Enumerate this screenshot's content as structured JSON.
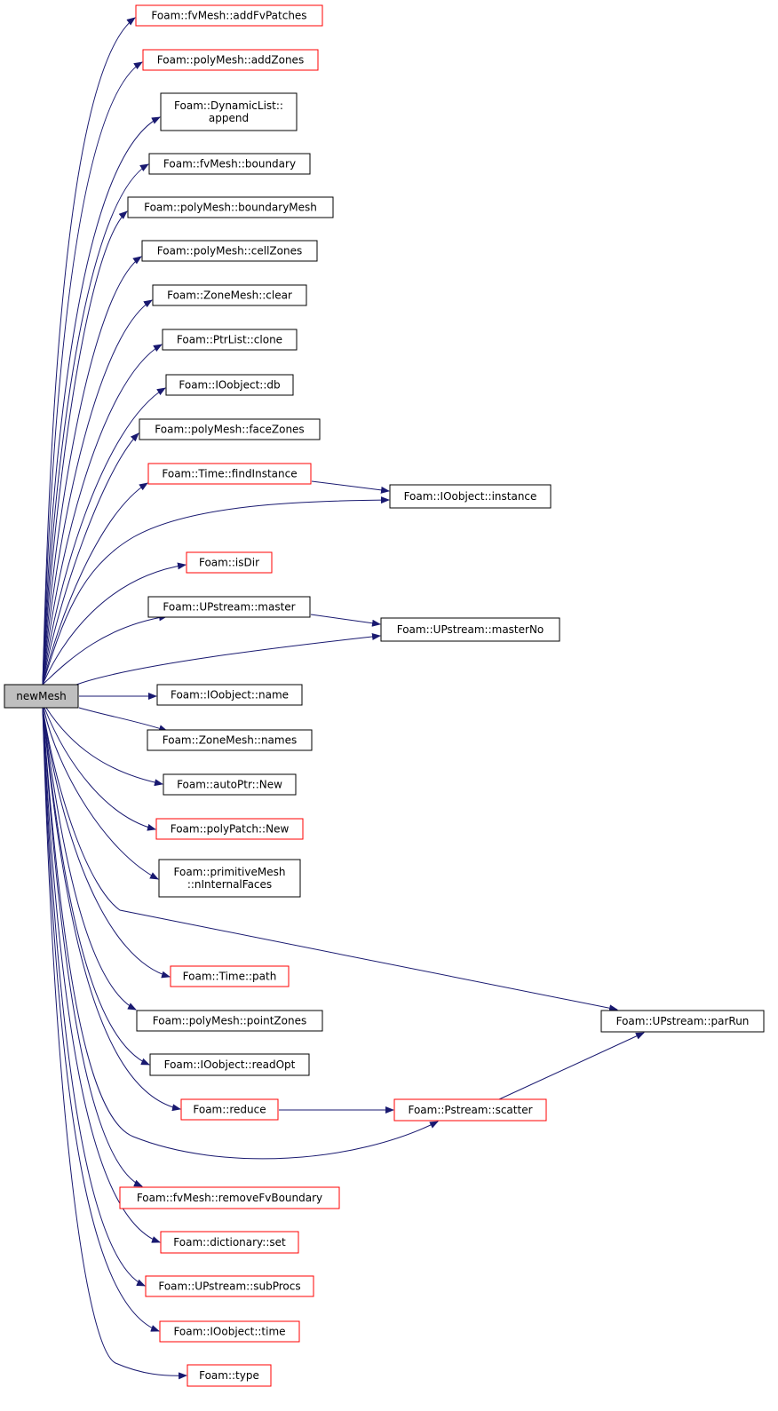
{
  "diagram": {
    "colors": {
      "edge": "#191970",
      "border_normal": "#000000",
      "border_truncated": "#ff0000",
      "root_fill": "#bfbfbf",
      "node_fill": "#ffffff"
    },
    "root": {
      "id": "newMesh",
      "label": "newMesh"
    },
    "nodes": [
      {
        "id": "addFvPatches",
        "lines": [
          "Foam::fvMesh::addFvPatches"
        ],
        "truncated": true
      },
      {
        "id": "addZones",
        "lines": [
          "Foam::polyMesh::addZones"
        ],
        "truncated": true
      },
      {
        "id": "append",
        "lines": [
          "Foam::DynamicList::",
          "append"
        ],
        "truncated": false
      },
      {
        "id": "boundary",
        "lines": [
          "Foam::fvMesh::boundary"
        ],
        "truncated": false
      },
      {
        "id": "boundaryMesh",
        "lines": [
          "Foam::polyMesh::boundaryMesh"
        ],
        "truncated": false
      },
      {
        "id": "cellZones",
        "lines": [
          "Foam::polyMesh::cellZones"
        ],
        "truncated": false
      },
      {
        "id": "clear",
        "lines": [
          "Foam::ZoneMesh::clear"
        ],
        "truncated": false
      },
      {
        "id": "clone",
        "lines": [
          "Foam::PtrList::clone"
        ],
        "truncated": false
      },
      {
        "id": "db",
        "lines": [
          "Foam::IOobject::db"
        ],
        "truncated": false
      },
      {
        "id": "faceZones",
        "lines": [
          "Foam::polyMesh::faceZones"
        ],
        "truncated": false
      },
      {
        "id": "findInstance",
        "lines": [
          "Foam::Time::findInstance"
        ],
        "truncated": true
      },
      {
        "id": "instance",
        "lines": [
          "Foam::IOobject::instance"
        ],
        "truncated": false
      },
      {
        "id": "isDir",
        "lines": [
          "Foam::isDir"
        ],
        "truncated": true
      },
      {
        "id": "master",
        "lines": [
          "Foam::UPstream::master"
        ],
        "truncated": false
      },
      {
        "id": "masterNo",
        "lines": [
          "Foam::UPstream::masterNo"
        ],
        "truncated": false
      },
      {
        "id": "name",
        "lines": [
          "Foam::IOobject::name"
        ],
        "truncated": false
      },
      {
        "id": "names",
        "lines": [
          "Foam::ZoneMesh::names"
        ],
        "truncated": false
      },
      {
        "id": "autoPtrNew",
        "lines": [
          "Foam::autoPtr::New"
        ],
        "truncated": false
      },
      {
        "id": "polyPatchNew",
        "lines": [
          "Foam::polyPatch::New"
        ],
        "truncated": true
      },
      {
        "id": "nInternalFaces",
        "lines": [
          "Foam::primitiveMesh",
          "::nInternalFaces"
        ],
        "truncated": false
      },
      {
        "id": "parRun",
        "lines": [
          "Foam::UPstream::parRun"
        ],
        "truncated": false
      },
      {
        "id": "path",
        "lines": [
          "Foam::Time::path"
        ],
        "truncated": true
      },
      {
        "id": "pointZones",
        "lines": [
          "Foam::polyMesh::pointZones"
        ],
        "truncated": false
      },
      {
        "id": "readOpt",
        "lines": [
          "Foam::IOobject::readOpt"
        ],
        "truncated": false
      },
      {
        "id": "reduce",
        "lines": [
          "Foam::reduce"
        ],
        "truncated": true
      },
      {
        "id": "scatter",
        "lines": [
          "Foam::Pstream::scatter"
        ],
        "truncated": true
      },
      {
        "id": "removeFvBoundary",
        "lines": [
          "Foam::fvMesh::removeFvBoundary"
        ],
        "truncated": true
      },
      {
        "id": "set",
        "lines": [
          "Foam::dictionary::set"
        ],
        "truncated": true
      },
      {
        "id": "subProcs",
        "lines": [
          "Foam::UPstream::subProcs"
        ],
        "truncated": true
      },
      {
        "id": "time",
        "lines": [
          "Foam::IOobject::time"
        ],
        "truncated": true
      },
      {
        "id": "type",
        "lines": [
          "Foam::type"
        ],
        "truncated": true
      }
    ],
    "edges": [
      [
        "newMesh",
        "addFvPatches"
      ],
      [
        "newMesh",
        "addZones"
      ],
      [
        "newMesh",
        "append"
      ],
      [
        "newMesh",
        "boundary"
      ],
      [
        "newMesh",
        "boundaryMesh"
      ],
      [
        "newMesh",
        "cellZones"
      ],
      [
        "newMesh",
        "clear"
      ],
      [
        "newMesh",
        "clone"
      ],
      [
        "newMesh",
        "db"
      ],
      [
        "newMesh",
        "faceZones"
      ],
      [
        "newMesh",
        "findInstance"
      ],
      [
        "newMesh",
        "instance"
      ],
      [
        "newMesh",
        "isDir"
      ],
      [
        "newMesh",
        "master"
      ],
      [
        "newMesh",
        "masterNo"
      ],
      [
        "newMesh",
        "name"
      ],
      [
        "newMesh",
        "names"
      ],
      [
        "newMesh",
        "autoPtrNew"
      ],
      [
        "newMesh",
        "polyPatchNew"
      ],
      [
        "newMesh",
        "nInternalFaces"
      ],
      [
        "newMesh",
        "parRun"
      ],
      [
        "newMesh",
        "path"
      ],
      [
        "newMesh",
        "pointZones"
      ],
      [
        "newMesh",
        "readOpt"
      ],
      [
        "newMesh",
        "reduce"
      ],
      [
        "newMesh",
        "scatter"
      ],
      [
        "newMesh",
        "removeFvBoundary"
      ],
      [
        "newMesh",
        "set"
      ],
      [
        "newMesh",
        "subProcs"
      ],
      [
        "newMesh",
        "time"
      ],
      [
        "newMesh",
        "type"
      ],
      [
        "findInstance",
        "instance"
      ],
      [
        "master",
        "masterNo"
      ],
      [
        "reduce",
        "scatter"
      ],
      [
        "scatter",
        "parRun"
      ]
    ]
  }
}
